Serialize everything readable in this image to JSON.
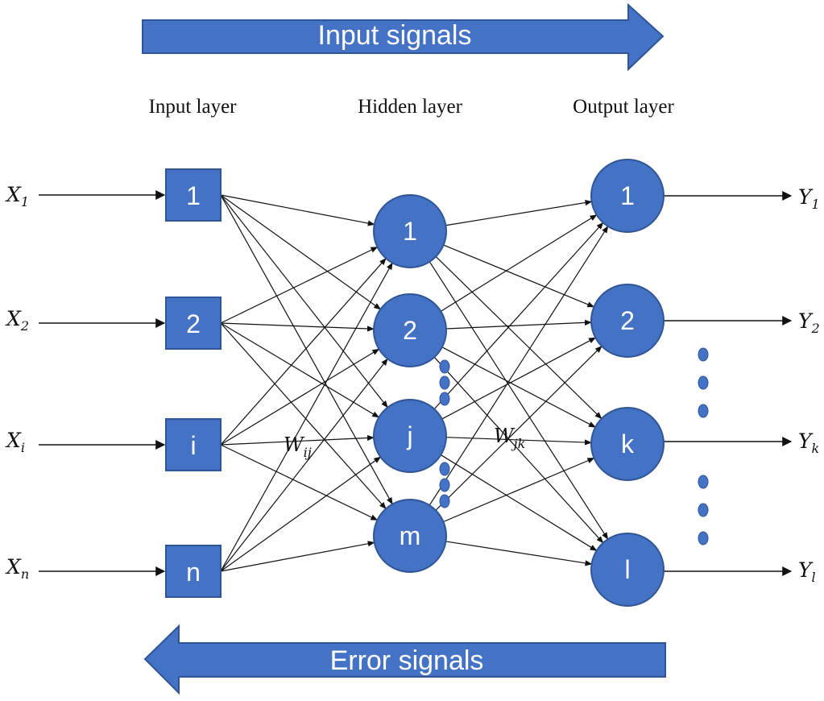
{
  "banners": {
    "top": "Input signals",
    "bottom": "Error signals"
  },
  "layers": {
    "input": "Input layer",
    "hidden": "Hidden layer",
    "output": "Output layer"
  },
  "input_nodes": [
    "1",
    "2",
    "i",
    "n"
  ],
  "hidden_nodes": [
    "1",
    "2",
    "j",
    "m"
  ],
  "output_nodes": [
    "1",
    "2",
    "k",
    "l"
  ],
  "inputs": [
    {
      "base": "X",
      "sub": "1"
    },
    {
      "base": "X",
      "sub": "2"
    },
    {
      "base": "X",
      "sub": "i"
    },
    {
      "base": "X",
      "sub": "n"
    }
  ],
  "outputs": [
    {
      "base": "Y",
      "sub": "1"
    },
    {
      "base": "Y",
      "sub": "2"
    },
    {
      "base": "Y",
      "sub": "k"
    },
    {
      "base": "Y",
      "sub": "l"
    }
  ],
  "weights": {
    "input_hidden": {
      "base": "W",
      "sub": "ij"
    },
    "hidden_output": {
      "base": "W",
      "sub": "jk"
    }
  },
  "colors": {
    "node_fill": "#4472c4",
    "node_stroke": "#2f5597",
    "line": "#111111"
  }
}
